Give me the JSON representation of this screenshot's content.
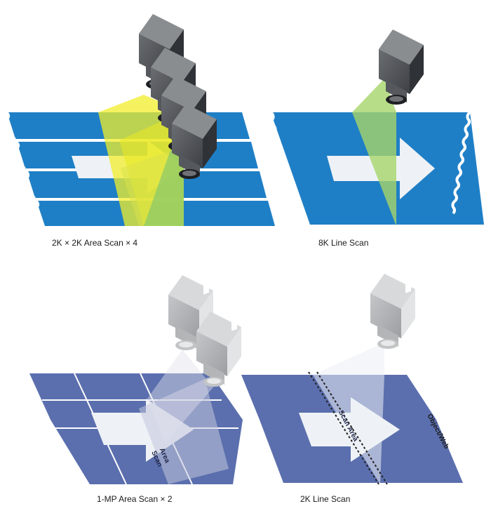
{
  "panels": [
    {
      "id": "top-left",
      "caption": "2K × 2K Area Scan × 4",
      "camera_count": 4,
      "scan_type": "area"
    },
    {
      "id": "top-right",
      "caption": "8K Line Scan",
      "camera_count": 1,
      "scan_type": "line"
    },
    {
      "id": "bottom-left",
      "caption": "1-MP Area Scan × 2",
      "camera_count": 2,
      "scan_type": "area",
      "scan_label_line1": "Area",
      "scan_label_line2": "Scan"
    },
    {
      "id": "bottom-right",
      "caption": "2K Line Scan",
      "camera_count": 1,
      "scan_type": "line",
      "scan_label": "Scan Area",
      "object_label": "Object/Web"
    }
  ],
  "colors": {
    "web_top": "#1f7fc6",
    "web_bottom": "#5b6fae",
    "arrow": "#eef2f6",
    "camera_top": "#4a4d52",
    "camera_bottom": "#a9abad",
    "beam_yellow": "#f2ee2a",
    "beam_green": "#a6d46a"
  }
}
